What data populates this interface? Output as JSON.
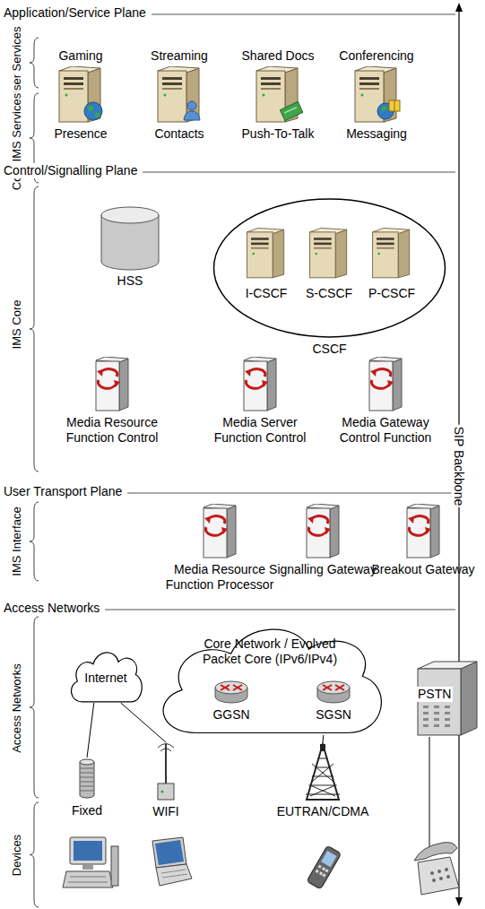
{
  "diagram": {
    "nodes": [
      {
        "text": [
          "Gaming",
          "Presence"
        ]
      },
      {
        "text": [
          "Streaming",
          "Contacts"
        ]
      },
      {
        "text": [
          "Shared Docs",
          "Push-To-Talk"
        ]
      },
      {
        "text": [
          "Conferencing",
          "Messaging"
        ]
      },
      {
        "text": [
          "HSS"
        ]
      },
      {
        "text": [
          "CSCF"
        ]
      },
      {
        "text": [
          "I-CSCF"
        ],
        "in": 5
      },
      {
        "text": [
          "S-CSCF"
        ],
        "in": 5
      },
      {
        "text": [
          "P-CSCF"
        ],
        "in": 5
      },
      {
        "text": [
          "Media Resource Function Control"
        ]
      },
      {
        "text": [
          "Media Server Function Control"
        ]
      },
      {
        "text": [
          "Media Gateway Control Function"
        ]
      },
      {
        "text": [
          "Media Resource Function Processor"
        ]
      },
      {
        "text": [
          "Signalling Gateway"
        ]
      },
      {
        "text": [
          "Breakout Gateway"
        ]
      },
      {
        "text": [
          "Internet"
        ]
      },
      {
        "text": [
          "Core Network / Evolved Packet Core (IPv6/IPv4)"
        ]
      },
      {
        "text": [
          "GGSN"
        ],
        "in": 16
      },
      {
        "text": [
          "SGSN"
        ],
        "in": 16
      },
      {
        "text": [
          "PSTN"
        ]
      },
      {
        "text": [
          "Fixed"
        ]
      },
      {
        "text": [
          "WIFI"
        ]
      },
      {
        "text": [
          "EUTRAN/CDMA"
        ]
      }
    ],
    "edges": [
      {
        "from": 15,
        "to": 20,
        "arrow": "none"
      },
      {
        "from": 15,
        "to": 21,
        "arrow": "none"
      },
      {
        "from": 16,
        "to": 22,
        "arrow": "none"
      }
    ],
    "labels": [
      "Application/Service Plane",
      "User Services",
      "Core IMS Services",
      "Control/Signalling Plane",
      "IMS Core",
      "User Transport Plane",
      "IMS Interface",
      "Access Networks",
      "Access Networks",
      "Devices",
      "SIP Backbone"
    ]
  }
}
